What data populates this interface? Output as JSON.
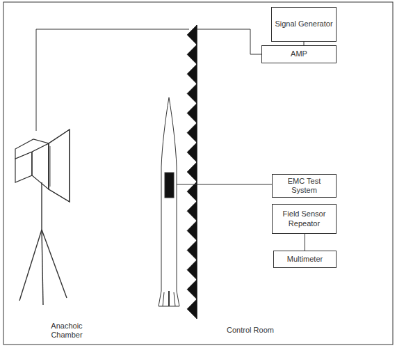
{
  "diagram": {
    "nodes": [
      {
        "text": [
          "Signal Generator"
        ]
      },
      {
        "text": [
          "AMP"
        ]
      },
      {
        "text": [
          "EMC Test System"
        ]
      },
      {
        "text": [
          "Field Sensor Repeator"
        ]
      },
      {
        "text": [
          "Multimeter"
        ]
      }
    ],
    "edges": [
      {
        "from": 0,
        "to": 1,
        "arrow": "none"
      },
      {
        "from": 3,
        "to": 4,
        "arrow": "none"
      }
    ],
    "labels": [
      "Anachoic Chamber",
      "Control Room"
    ]
  }
}
